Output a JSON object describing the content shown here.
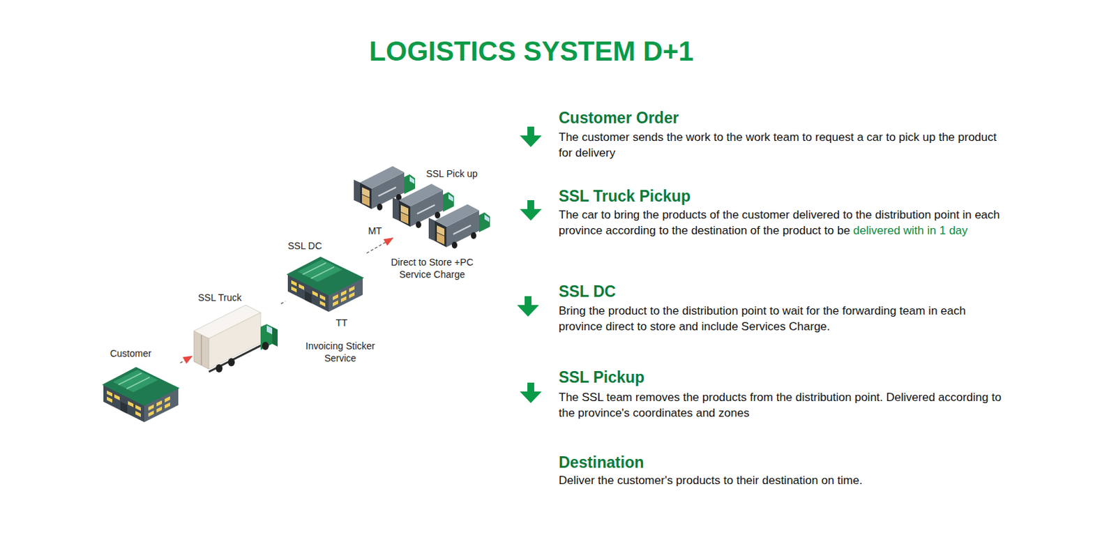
{
  "diagram": {
    "title": "LOGISTICS SYSTEM D+1",
    "nodes": [
      {
        "text": [
          "Customer"
        ]
      },
      {
        "text": [
          "SSL Truck"
        ]
      },
      {
        "text": [
          "SSL DC"
        ]
      },
      {
        "text": [
          "SSL Pick up"
        ]
      }
    ],
    "edges": [
      {
        "from": 0,
        "to": 1,
        "arrow": "to"
      },
      {
        "from": 1,
        "to": 2,
        "arrow": "none"
      },
      {
        "from": 2,
        "to": 3,
        "arrow": "to"
      }
    ],
    "labels": [
      "MT",
      "TT",
      "Invoicing Sticker Service",
      "Direct to Store +PC Service Charge",
      "Customer Order",
      "The customer sends the work to the work team to request a car to pick up the product for delivery",
      "SSL Truck Pickup",
      "The car to bring the products of the customer delivered to the distribution point in each province according to the destination of the product to be",
      "delivered with in 1 day",
      "SSL DC",
      "Bring the product to the distribution point to wait for the forwarding team in each province direct to store and include Services Charge.",
      "SSL Pickup",
      "The SSL team removes the products from the distribution point. Delivered according to the province's coordinates and zones",
      "Destination",
      "Deliver the customer's products to their destination on time."
    ]
  }
}
